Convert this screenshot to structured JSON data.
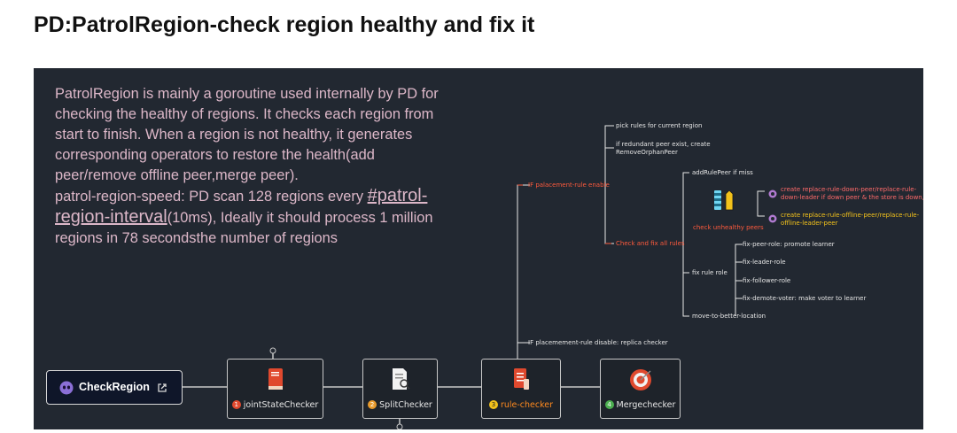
{
  "title": "PD:PatrolRegion-check region healthy and fix it",
  "bullets": {
    "b1": "PatrolRegion is mainly a goroutine used internally by PD for checking the healthy of regions. It checks each region from start to finish. When a region is not healthy, it generates corresponding operators to restore the health(add peer/remove offline peer,merge peer).",
    "b2_pre": "patrol-region-speed: PD scan 128 regions every ",
    "b2_link": "#patrol-region-interval",
    "b2_post": "(10ms), Ideally it should process 1 million regions in 78 secondsthe number of regions"
  },
  "mindmap": {
    "placement_enable": "IF palacement-rule enable",
    "pick_rules": "pick rules for current region",
    "redundant_1": "if redundant peer exist, create",
    "redundant_2": "RemoveOrphanPeer",
    "check_fix_all": "Check and fix all rules",
    "add_rule_peer": "addRulePeer if miss",
    "check_unhealthy": "check unhealthy peers",
    "create_down_1": "create replace-rule-down-peer/replace-rule-",
    "create_down_2": "down-leader if down peer & the store is down,",
    "create_offline_1": "create replace-rule-offline-peer/replace-rule-",
    "create_offline_2": "offline-leader-peer",
    "fix_rule_role": "fix rule role",
    "fix_peer_role": "fix-peer-role: promote learner",
    "fix_leader_role": "fix-leader-role",
    "fix_follower_role": "fix-follower-role",
    "fix_demote_voter": "fix-demote-voter: make voter to learner",
    "move_better": "move-to-better-location",
    "placement_disable": "IF placemement-rule disable: replica checker"
  },
  "flow": {
    "check_region": "CheckRegion",
    "n1_num": "1",
    "n1_label": "jointStateChecker",
    "n2_num": "2",
    "n2_label": "SplitChecker",
    "n3_num": "3",
    "n3_label": "rule-checker",
    "n4_num": "4",
    "n4_label": "Mergechecker"
  },
  "colors": {
    "canvas_bg": "#222831",
    "bullet_text": "#dcb7c8",
    "accent_orange": "#ff8a1e",
    "accent_red": "#ff5a3c",
    "accent_yellow": "#f3c21b",
    "check_region_bg": "#0f1629"
  },
  "icons": [
    "ghost-icon",
    "external-link-icon",
    "red-book-icon",
    "document-search-icon",
    "red-document-icon",
    "target-icon",
    "pencil-ruler-icon",
    "connector-icon"
  ]
}
